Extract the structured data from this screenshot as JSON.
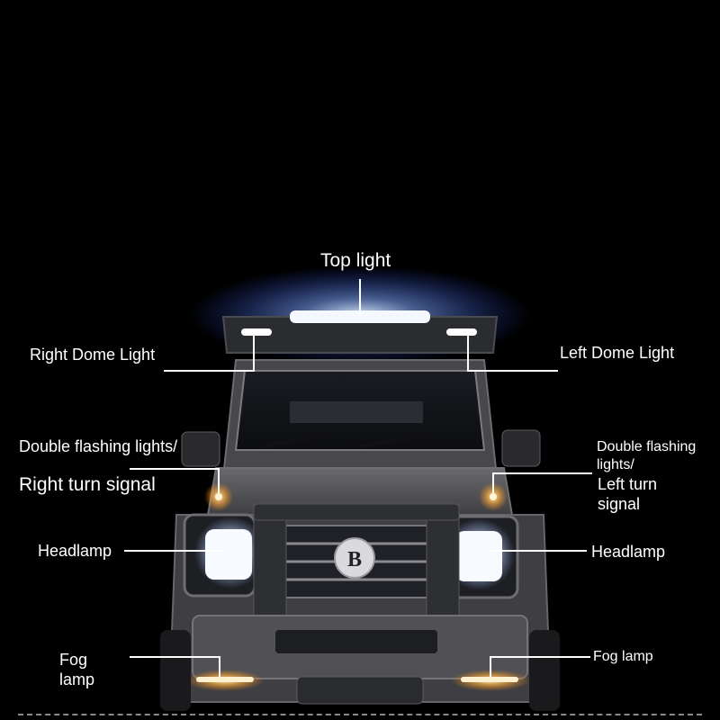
{
  "labels": {
    "top_light": "Top light",
    "right_dome_light": "Right Dome Light",
    "left_dome_light": "Left Dome Light",
    "double_flashing_right_line1": "Double flashing lights/",
    "double_flashing_right_line2": "Right turn signal",
    "double_flashing_left_line1": "Double flashing",
    "double_flashing_left_line2": "lights/",
    "double_flashing_left_line3": "Left turn",
    "double_flashing_left_line4": "signal",
    "headlamp_left": "Headlamp",
    "headlamp_right": "Headlamp",
    "fog_lamp_left_line1": "Fog",
    "fog_lamp_left_line2": "lamp",
    "fog_lamp_right": "Fog lamp"
  },
  "badge_letter": "B",
  "colors": {
    "background": "#000000",
    "text": "#ffffff",
    "leader_line": "#ffffff",
    "led_glow": "#9fc4ff",
    "amber": "#ffb347",
    "body": "#5a5a5e"
  }
}
